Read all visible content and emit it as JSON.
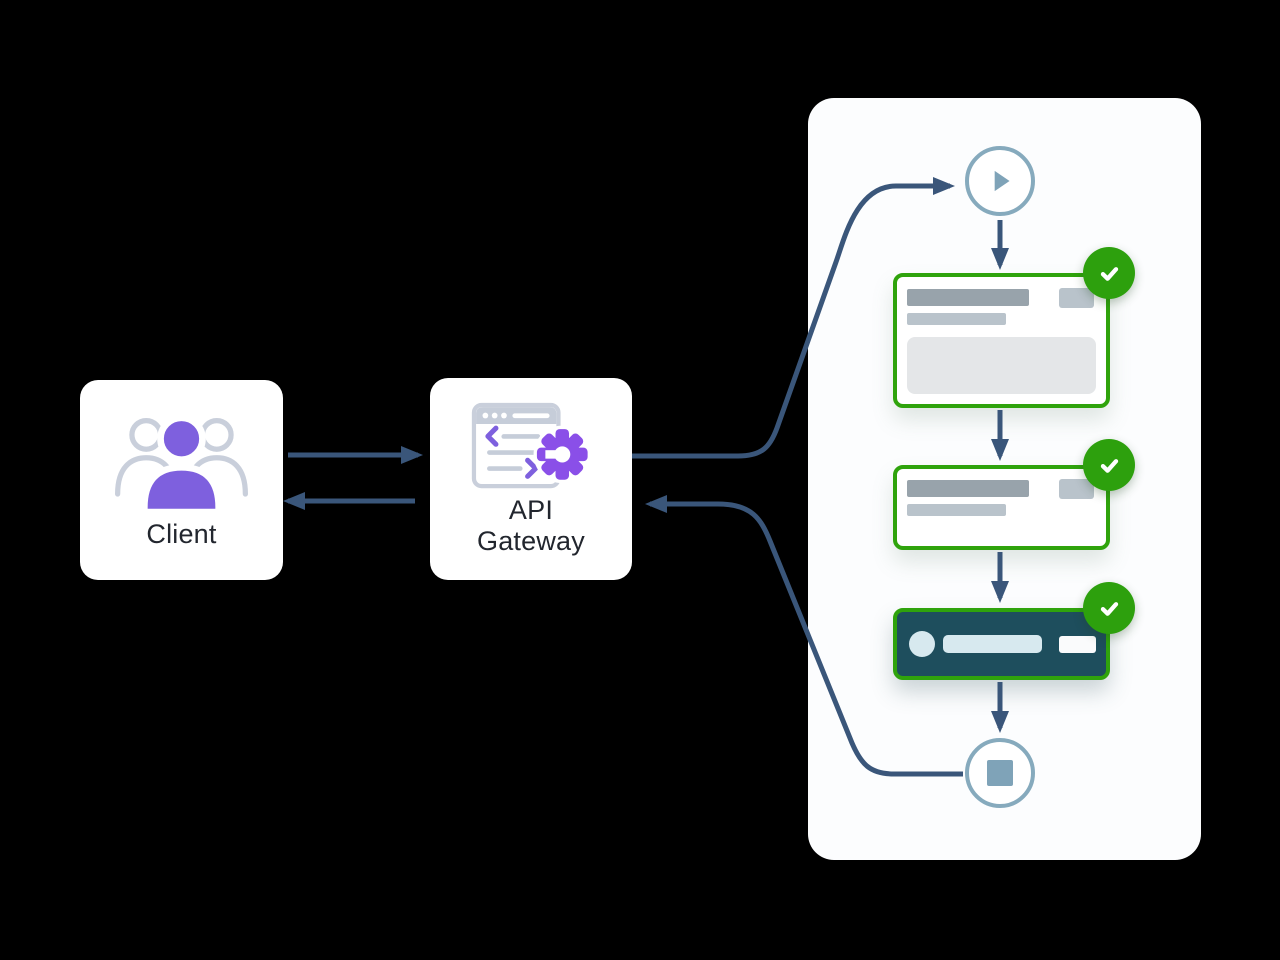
{
  "colors": {
    "bg": "#000000",
    "card-bg": "#ffffff",
    "panel-bg": "#fcfdfe",
    "text": "#22262e",
    "arrow": "#3a567a",
    "green": "#2fa30c",
    "badge-green": "#2da00d",
    "teal": "#1e4e5d",
    "ice": "#d7e9ef",
    "node-border": "#86aabd",
    "node-fill": "#7fa3b8",
    "purple": "#7e60de",
    "purple-deep": "#8a4fe8",
    "outline-gray": "#c9cfdb",
    "window-gray": "#c6cdd9",
    "bar-dark": "#98a3ab",
    "bar-light": "#b9c3cb",
    "block": "#e4e6e8"
  },
  "client": {
    "label": "Client",
    "icon": "users-icon"
  },
  "gateway": {
    "label_line1": "API",
    "label_line2": "Gateway",
    "icon": "api-window-gear-icon"
  },
  "workflow": {
    "start": {
      "icon": "play-icon"
    },
    "end": {
      "icon": "stop-icon"
    },
    "steps": [
      {
        "name": "step-1",
        "status": "completed",
        "badge_icon": "check-icon",
        "placeholders": [
          "title-bar",
          "tag-pill",
          "subtitle-bar",
          "body-block"
        ]
      },
      {
        "name": "step-2",
        "status": "completed",
        "badge_icon": "check-icon",
        "placeholders": [
          "title-bar",
          "tag-pill",
          "subtitle-bar"
        ]
      },
      {
        "name": "step-3",
        "status": "completed",
        "badge_icon": "check-icon",
        "style": "dark",
        "placeholders": [
          "avatar-dot",
          "text-bar",
          "action-chip"
        ]
      }
    ]
  },
  "connections": [
    {
      "from": "client",
      "to": "gateway"
    },
    {
      "from": "gateway",
      "to": "client"
    },
    {
      "from": "gateway",
      "to": "workflow-start"
    },
    {
      "from": "workflow-end",
      "to": "gateway"
    },
    {
      "from": "start",
      "to": "step-1"
    },
    {
      "from": "step-1",
      "to": "step-2"
    },
    {
      "from": "step-2",
      "to": "step-3"
    },
    {
      "from": "step-3",
      "to": "end"
    }
  ]
}
